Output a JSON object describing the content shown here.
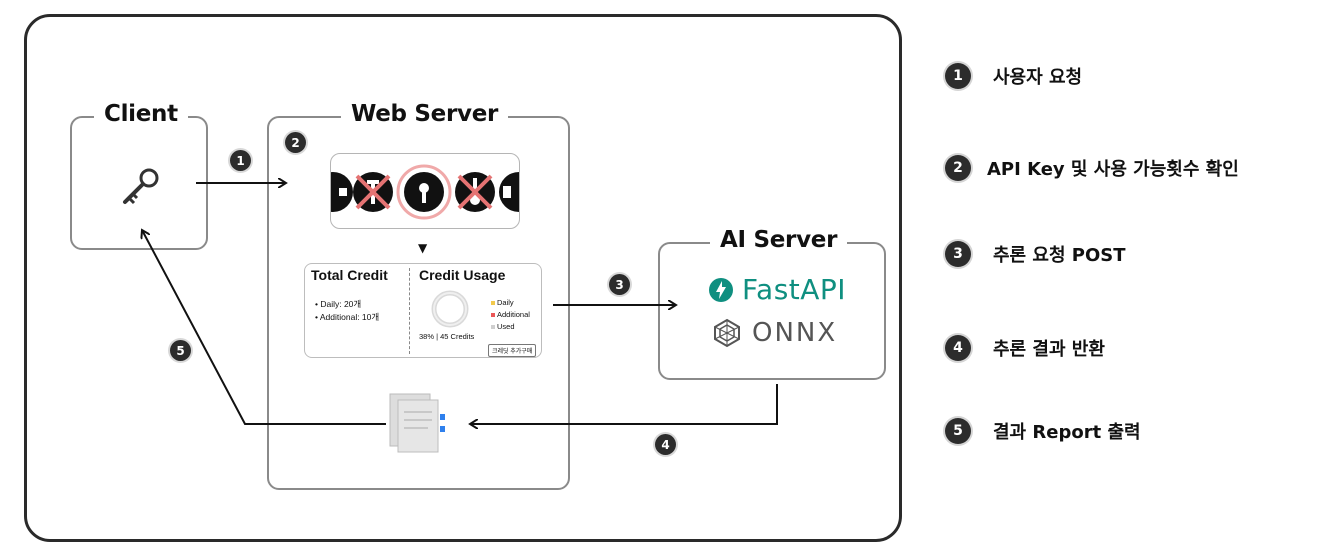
{
  "boxes": {
    "client": "Client",
    "web_server": "Web Server",
    "ai_server": "AI Server"
  },
  "steps": [
    "1",
    "2",
    "3",
    "4",
    "5"
  ],
  "credit_card": {
    "total_title": "Total Credit",
    "daily": "• Daily: 20개",
    "additional": "• Additional: 10개",
    "usage_title": "Credit Usage",
    "usage_summary": "38% | 45 Credits",
    "legend_daily": "Daily",
    "legend_additional": "Additional",
    "legend_used": "Used",
    "buy_button": "크레딧 추가구매"
  },
  "ai_server": {
    "fastapi": "FastAPI",
    "onnx": "ONNX"
  },
  "legend": [
    {
      "num": "1",
      "text": "사용자 요청"
    },
    {
      "num": "2",
      "text": "API Key 및 사용 가능횟수 확인"
    },
    {
      "num": "3",
      "text": "추론 요청 POST"
    },
    {
      "num": "4",
      "text": "추론 결과 반환"
    },
    {
      "num": "5",
      "text": "결과 Report 출력"
    }
  ],
  "colors": {
    "fastapi": "#0f8f80",
    "cross": "#e57373",
    "daily": "#f2c94c",
    "additional": "#eb5757",
    "used": "#cfcfcf"
  }
}
